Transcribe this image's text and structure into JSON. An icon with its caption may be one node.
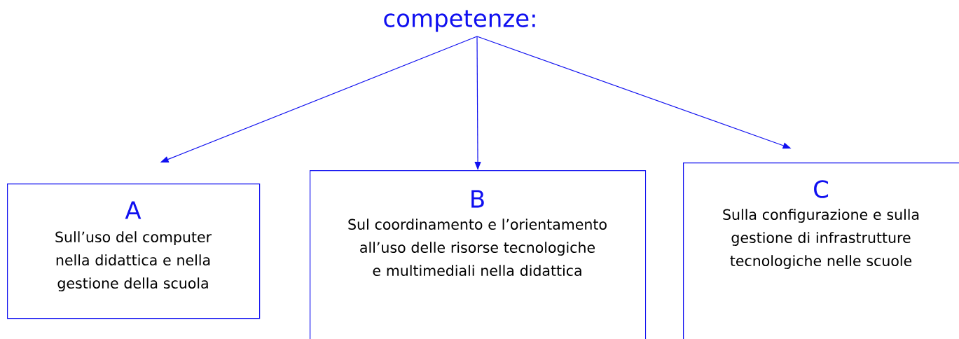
{
  "diagram": {
    "nodes": [
      {
        "text": [
          "competenze:"
        ]
      },
      {
        "text": [
          "A",
          "Sull’uso del computer nella didattica e nella gestione della scuola"
        ]
      },
      {
        "text": [
          "B",
          "Sul coordinamento e l’orientamento all’uso delle risorse tecnologiche e multimediali nella didattica"
        ]
      },
      {
        "text": [
          "C",
          "Sulla configurazione e sulla gestione di infrastrutture tecnologiche nelle scuole"
        ]
      }
    ],
    "edges": [
      {
        "from": 0,
        "to": 1,
        "arrow": "to"
      },
      {
        "from": 0,
        "to": 2,
        "arrow": "to"
      },
      {
        "from": 0,
        "to": 3,
        "arrow": "to"
      }
    ]
  }
}
